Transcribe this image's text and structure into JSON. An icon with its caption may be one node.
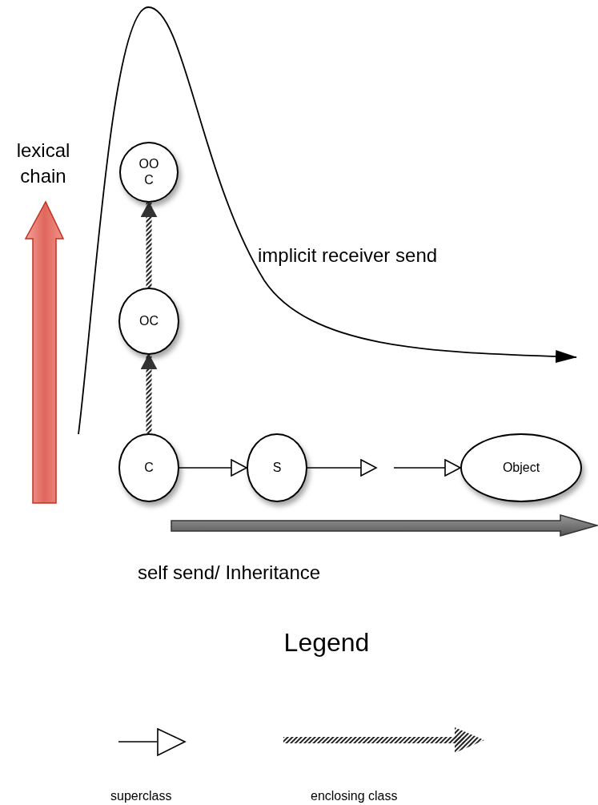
{
  "diagram": {
    "nodes": [
      {
        "text": [
          "OOC"
        ]
      },
      {
        "text": [
          "OC"
        ]
      },
      {
        "text": [
          "C"
        ]
      },
      {
        "text": [
          "S"
        ]
      },
      {
        "text": [
          "Object"
        ]
      }
    ],
    "edges": [
      {
        "from": 1,
        "to": 0,
        "arrow": "to",
        "style": "dashed"
      },
      {
        "from": 2,
        "to": 1,
        "arrow": "to",
        "style": "dashed"
      },
      {
        "from": 2,
        "to": 3,
        "arrow": "to"
      },
      {
        "from": 3,
        "to": null,
        "arrow": "to"
      },
      {
        "from": null,
        "to": 4,
        "arrow": "to"
      }
    ],
    "labels": [
      "lexical chain",
      "implicit receiver send",
      "self send/ Inheritance",
      "Legend"
    ],
    "legend": [
      {
        "text": "superclass"
      },
      {
        "text": "enclosing class"
      }
    ]
  }
}
